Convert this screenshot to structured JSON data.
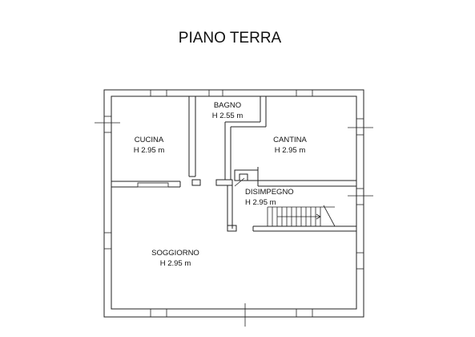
{
  "title": "PIANO TERRA",
  "rooms": [
    {
      "id": "bagno",
      "name": "BAGNO",
      "height": "H 2.55 m"
    },
    {
      "id": "cucina",
      "name": "CUCINA",
      "height": "H 2.95 m"
    },
    {
      "id": "cantina",
      "name": "CANTINA",
      "height": "H 2.95 m"
    },
    {
      "id": "disimpegno",
      "name": "DISIMPEGNO",
      "height": "H 2.95 m"
    },
    {
      "id": "soggiorno",
      "name": "SOGGIORNO",
      "height": "H 2.95 m"
    }
  ],
  "colors": {
    "line": "#222222",
    "background": "#ffffff"
  }
}
